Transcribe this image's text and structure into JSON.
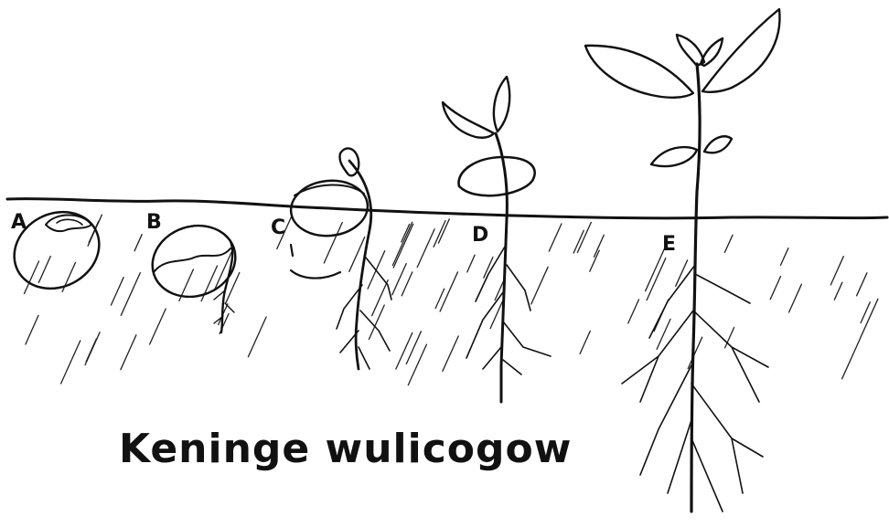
{
  "caption": "Keninge wulicogow",
  "stages": [
    "A",
    "B",
    "C",
    "D",
    "E"
  ]
}
